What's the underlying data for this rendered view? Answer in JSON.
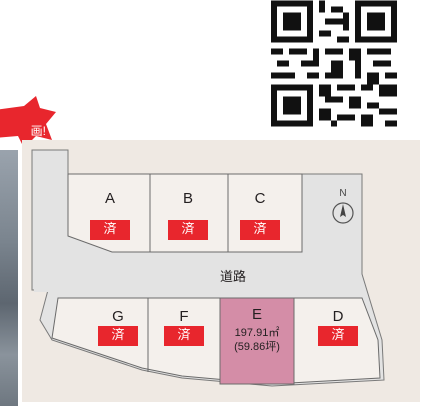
{
  "badge": {
    "text": "画!",
    "color": "#e8262d"
  },
  "map": {
    "road_label": "道路",
    "compass_letter": "N",
    "sold_label": "済",
    "colors": {
      "sold": "#e8262d",
      "available_lot": "#d48da7",
      "background": "#efe9e3",
      "road": "#e3e3e3"
    },
    "lots": [
      {
        "id": "A",
        "status": "sold"
      },
      {
        "id": "B",
        "status": "sold"
      },
      {
        "id": "C",
        "status": "sold"
      },
      {
        "id": "G",
        "status": "sold"
      },
      {
        "id": "F",
        "status": "sold"
      },
      {
        "id": "E",
        "status": "available",
        "area_m2": "197.91㎡",
        "area_tsubo": "(59.86坪)"
      },
      {
        "id": "D",
        "status": "sold"
      }
    ]
  },
  "qr_code": {
    "icon": "qr-code-icon"
  },
  "photo": {
    "icon": "house-photo"
  }
}
